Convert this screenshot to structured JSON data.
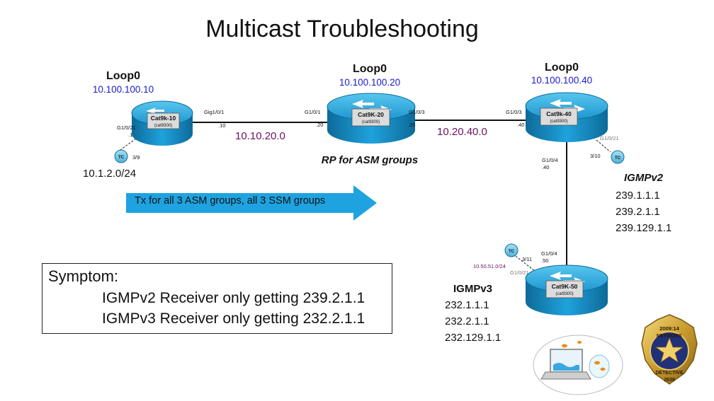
{
  "title": "Multicast Troubleshooting",
  "routers": {
    "r10": {
      "name": "Cat9k-10",
      "model": "(cat9300)",
      "loop_label": "Loop0",
      "loop_ip": "10.100.100.10"
    },
    "r20": {
      "name": "Cat9K-20",
      "model": "(cat9300)",
      "loop_label": "Loop0",
      "loop_ip": "10.100.100.20",
      "note": "RP for ASM groups"
    },
    "r40": {
      "name": "Cat9k-40",
      "model": "(cat9300)",
      "loop_label": "Loop0",
      "loop_ip": "10.100.100.40"
    },
    "r50": {
      "name": "Cat9K-50",
      "model": "(cat9300)"
    }
  },
  "links": {
    "l10_20": {
      "subnet": "10.10.20.0",
      "a_if": "Gig1/0/1",
      "a_host": ".10",
      "b_if": "G1/0/1",
      "b_host": ".20"
    },
    "l20_40": {
      "subnet": "10.20.40.0",
      "a_if": "G1/0/3",
      "a_host": ".20",
      "b_if": "G1/0/3",
      "b_host": ".40"
    },
    "l40_50": {
      "a_if": "G1/0/4",
      "a_host": ".40",
      "b_if": "G1/0/4",
      "b_host": ".50"
    }
  },
  "tc_hosts": {
    "tc10": {
      "label": "TC",
      "port": "3/9",
      "sw_if": "G1/0/21",
      "sw_host": ".1",
      "subnet": "10.1.2.0/24"
    },
    "tc40": {
      "label": "TC",
      "port": "3/10",
      "sw_if": "G1/0/21"
    },
    "tc50": {
      "label": "TC",
      "port": "3/11",
      "sw_if": "G1/0/21",
      "subnet": "10.50.51.0/24"
    }
  },
  "tx_arrow": "Tx for all 3 ASM groups, all 3 SSM groups",
  "igmpv2": {
    "title": "IGMPv2",
    "groups": [
      "239.1.1.1",
      "239.2.1.1",
      "239.129.1.1"
    ]
  },
  "igmpv3": {
    "title": "IGMPv3",
    "groups": [
      "232.1.1.1",
      "232.2.1.1",
      "232.129.1.1"
    ]
  },
  "symptom": {
    "title": "Symptom:",
    "lines": [
      "IGMPv2 Receiver only getting 239.2.1.1",
      "IGMPv3 Receiver only getting 232.2.1.1"
    ]
  },
  "badge": {
    "top": "2009:14",
    "arc": "NETWORK",
    "bottom_arc": "DETECTIVE",
    "number": "2639"
  },
  "colors": {
    "router": "#1e9fd6",
    "router_dark": "#0f6e9c",
    "loop_ip": "#1a1ad0",
    "subnet": "#6e1060",
    "arrow": "#1fa3e0"
  }
}
